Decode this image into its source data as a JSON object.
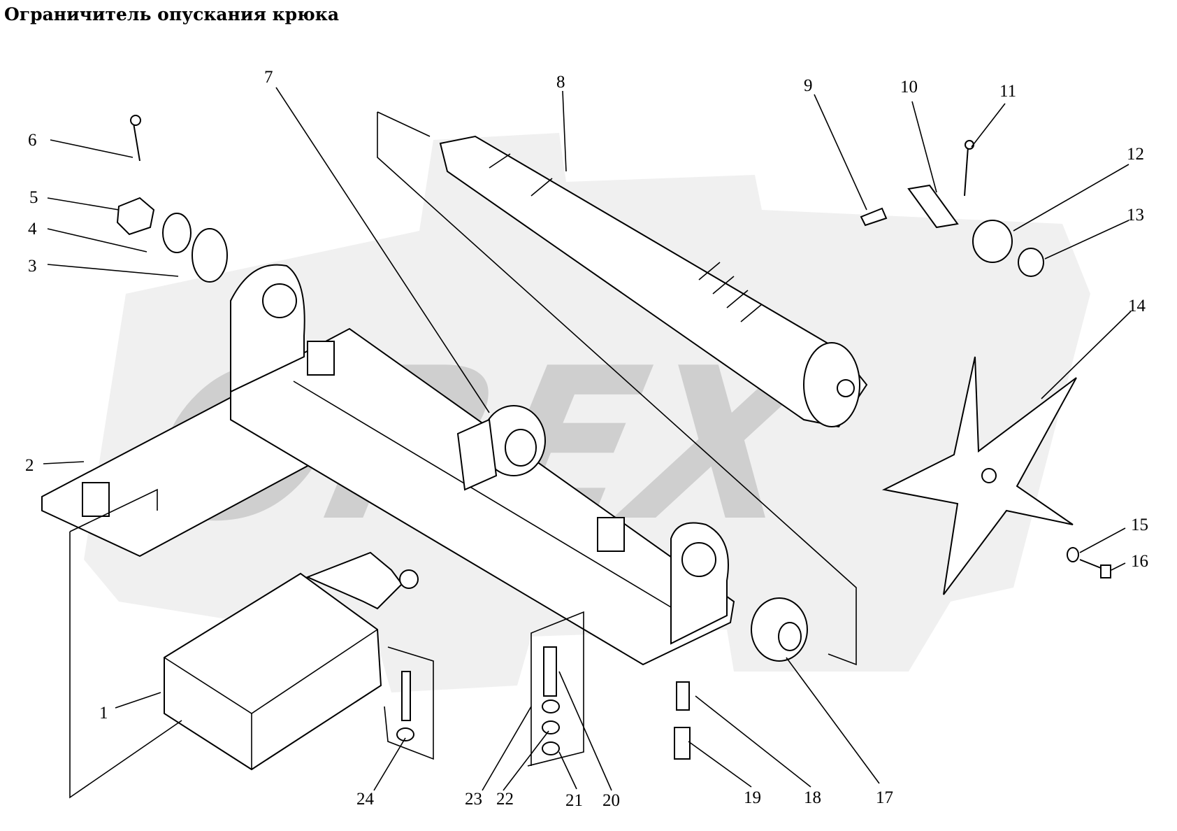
{
  "title": "Ограничитель опускания крюка",
  "watermark": "OREX",
  "colors": {
    "line": "#000000",
    "watermark": "#e3e3e3",
    "background": "#ffffff"
  },
  "callouts": [
    "1",
    "2",
    "3",
    "4",
    "5",
    "6",
    "7",
    "8",
    "9",
    "10",
    "11",
    "12",
    "13",
    "14",
    "15",
    "16",
    "17",
    "18",
    "19",
    "20",
    "21",
    "22",
    "23",
    "24"
  ]
}
